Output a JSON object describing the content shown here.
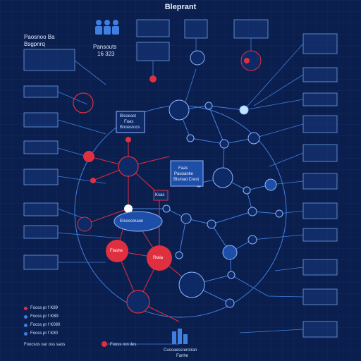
{
  "title": "Bleprant",
  "colors": {
    "background": "#0b1f4e",
    "line_blue": "#3f7fe0",
    "line_red": "#e0303f",
    "text": "#cfe0ff"
  },
  "header_left": {
    "line1": "Paosnoo Ba",
    "line2": "Bsgpnrq"
  },
  "header_center": {
    "line1": "Pansouts",
    "line2": "16 323"
  },
  "center_box": {
    "line1": "Faas",
    "line2": "Pauoanke",
    "line3": "Blsmad Crest"
  },
  "nodes": {
    "red_left": "Flashe",
    "red_right": "Rtaia",
    "center_ellipse": "Etsosomaon",
    "small_box": "Kxas",
    "inner_box": {
      "line1": "Blsoeast",
      "line2": "Faas",
      "line3": "Bnoesrocs"
    }
  },
  "legend": [
    {
      "label": "Fooss pr f K89",
      "color": "#e0303f"
    },
    {
      "label": "Fooss pr f KB9",
      "color": "#3f7fe0"
    },
    {
      "label": "Fooss pr f K080",
      "color": "#3f7fe0"
    },
    {
      "label": "Fooss pr f K80",
      "color": "#3f7fe0"
    }
  ],
  "bottom_labels": {
    "left": "Foocsos oar oss saos",
    "mid": "Fooss ron iles",
    "center": "Cusoaessrerstran",
    "center2": "Fanhe"
  }
}
